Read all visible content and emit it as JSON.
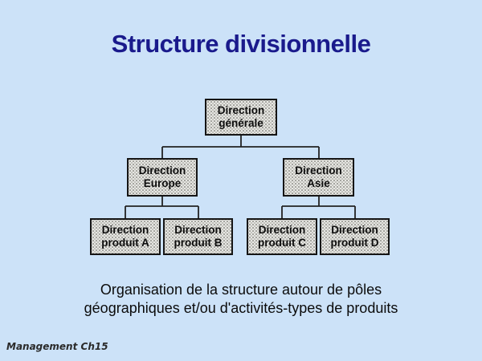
{
  "slide": {
    "title": "Structure divisionnelle",
    "caption": "Organisation de la structure autour de pôles\ngéographiques et/ou d'activités-types de produits",
    "footer": "Management Ch15"
  },
  "org_chart": {
    "type": "tree",
    "nodes": [
      {
        "id": "direction-generale",
        "label": "Direction\ngénérale",
        "level": 1,
        "parent": null
      },
      {
        "id": "direction-europe",
        "label": "Direction\nEurope",
        "level": 2,
        "parent": "direction-generale"
      },
      {
        "id": "direction-asie",
        "label": "Direction\nAsie",
        "level": 2,
        "parent": "direction-generale"
      },
      {
        "id": "direction-produit-a",
        "label": "Direction\nproduit A",
        "level": 3,
        "parent": "direction-europe"
      },
      {
        "id": "direction-produit-b",
        "label": "Direction\nproduit B",
        "level": 3,
        "parent": "direction-europe"
      },
      {
        "id": "direction-produit-c",
        "label": "Direction\nproduit C",
        "level": 3,
        "parent": "direction-asie"
      },
      {
        "id": "direction-produit-d",
        "label": "Direction\nproduit D",
        "level": 3,
        "parent": "direction-asie"
      }
    ]
  },
  "colors": {
    "slide_background": "#cce2f8",
    "title_text": "#1a1a8c",
    "node_border": "#151515",
    "node_fill": "#f1f1ee",
    "connector": "#222222",
    "body_text": "#0b0b0b"
  }
}
